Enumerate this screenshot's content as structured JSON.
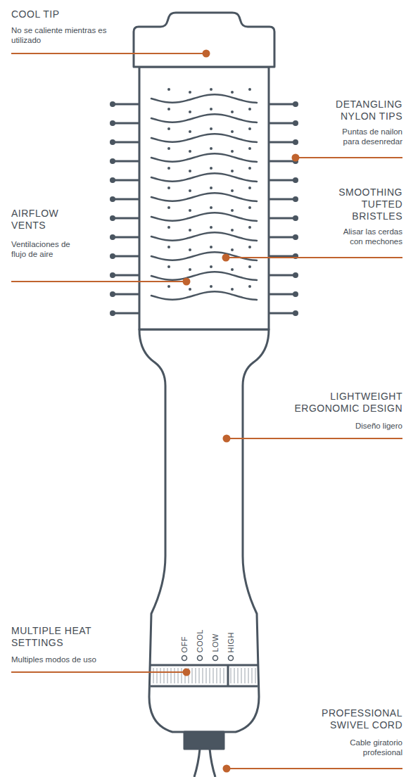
{
  "diagram": {
    "labels": [
      "COOL TIP",
      "No se caliente mientras es utilizado",
      "DETANGLING NYLON TIPS",
      "Puntas de nailon para desenredar",
      "SMOOTHING TUFTED BRISTLES",
      "Alisar las cerdas con mechones",
      "AIRFLOW VENTS",
      "Ventilaciones de flujo de aire",
      "LIGHTWEIGHT ERGONOMIC DESIGN",
      "Diseño ligero",
      "MULTIPLE HEAT SETTINGS",
      "Multiples modos de uso",
      "PROFESSIONAL SWIVEL CORD",
      "Cable giratorio profesional",
      "OFF",
      "COOL",
      "LOW",
      "HIGH"
    ]
  }
}
